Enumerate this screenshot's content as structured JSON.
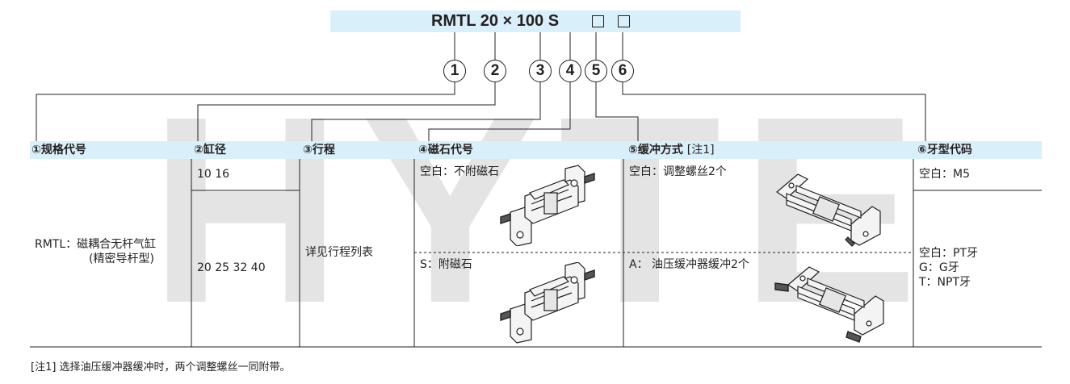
{
  "watermark": "HYTE",
  "model_code": {
    "text": "RMTL  20 × 100  S",
    "option_boxes": 2
  },
  "part_numbers": [
    "1",
    "2",
    "3",
    "4",
    "5",
    "6"
  ],
  "columns": [
    {
      "header": "①规格代号"
    },
    {
      "header": "②缸径"
    },
    {
      "header": "③行程"
    },
    {
      "header": "④磁石代号"
    },
    {
      "header": "⑤缓冲方式",
      "note": "[注1]"
    },
    {
      "header": "⑥牙型代码"
    }
  ],
  "spec": {
    "line1": "RMTL：磁耦合无杆气缸",
    "line2": "(精密导杆型)"
  },
  "bore": {
    "row1": "10  16",
    "row2": "20  25  32  40"
  },
  "stroke": {
    "text": "详见行程列表"
  },
  "magnet": {
    "option1": "空白：不附磁石",
    "option2": "S：附磁石"
  },
  "cushion": {
    "option1": "空白：调整螺丝2个",
    "option2": "A：  油压缓冲器缓冲2个"
  },
  "thread": {
    "option1": "空白：M5",
    "option2_line1": "空白：PT牙",
    "option2_line2": "G：G牙",
    "option2_line3": "T：NPT牙"
  },
  "footnote": "[注1] 选择油压缓冲器缓冲时，两个调整螺丝一同附带。",
  "colors": {
    "header_bg": "#d9f0fb",
    "line": "#231f20",
    "watermark": "#e4e4e4"
  }
}
